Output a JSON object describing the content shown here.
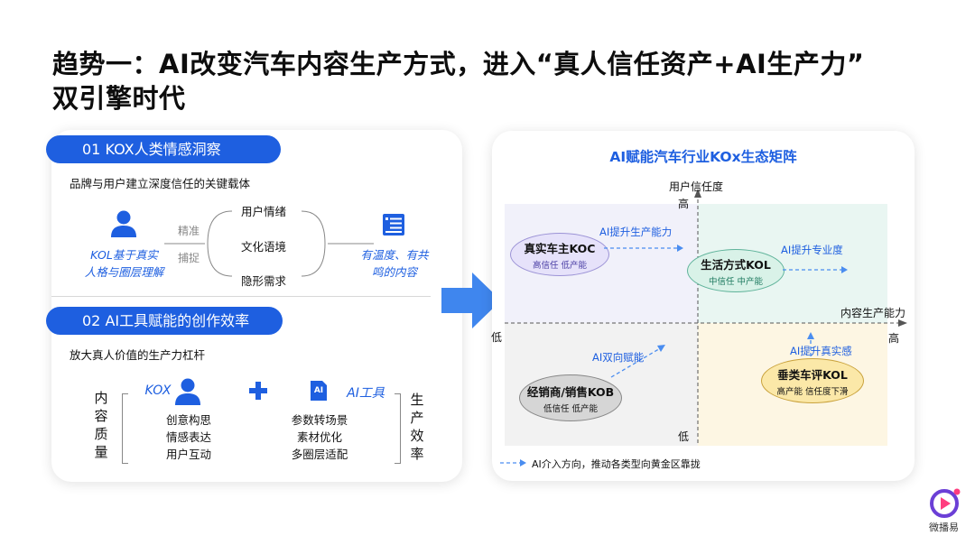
{
  "title": {
    "line1": "趋势一：AI改变汽车内容生产方式，进入“真人信任资产+AI生产力”",
    "line2": "双引擎时代"
  },
  "left": {
    "section1": {
      "label": "01  KOX人类情感洞察",
      "subtitle": "品牌与用户建立深度信任的关键载体",
      "left_text_line1": "KOL基于真实",
      "left_text_line2": "人格与圈层理解",
      "connector_top": "精准",
      "connector_bottom": "捕捉",
      "items": [
        "用户情绪",
        "文化语境",
        "隐形需求"
      ],
      "right_text_line1": "有温度、有共",
      "right_text_line2": "鸣的内容"
    },
    "section2": {
      "label": "02  AI工具赋能的创作效率",
      "subtitle": "放大真人价值的生产力杠杆",
      "left_vertical": [
        "内",
        "容",
        "质",
        "量"
      ],
      "right_vertical": [
        "生",
        "产",
        "效",
        "率"
      ],
      "kox_label": "KOX",
      "kox_items": [
        "创意构思",
        "情感表达",
        "用户互动"
      ],
      "ai_badge": "AI",
      "ai_label": "AI工具",
      "ai_items": [
        "参数转场景",
        "素材优化",
        "多圈层适配"
      ]
    }
  },
  "chart": {
    "title": "AI赋能汽车行业KOx生态矩阵",
    "y_axis_label": "用户信任度",
    "y_high": "高",
    "y_low": "低",
    "x_axis_label": "内容生产能力",
    "x_low": "低",
    "x_high": "高",
    "quadrants": [
      {
        "name": "真实车主KOC",
        "sub": "高信任 低产能",
        "arrow_label": "AI提升生产能力"
      },
      {
        "name": "生活方式KOL",
        "sub": "中信任 中产能",
        "arrow_label": "AI提升专业度"
      },
      {
        "name": "经销商/销售KOB",
        "sub": "低信任 低产能",
        "arrow_label": "AI双向赋能"
      },
      {
        "name": "垂类车评KOL",
        "sub": "高产能 信任度下滑",
        "arrow_label": "AI提升真实感"
      }
    ],
    "legend": "AI介入方向，推动各类型向黄金区靠拢"
  },
  "brand": {
    "name": "微播易"
  },
  "colors": {
    "accent": "#1e5fe0",
    "arrow": "#4a8df0"
  }
}
